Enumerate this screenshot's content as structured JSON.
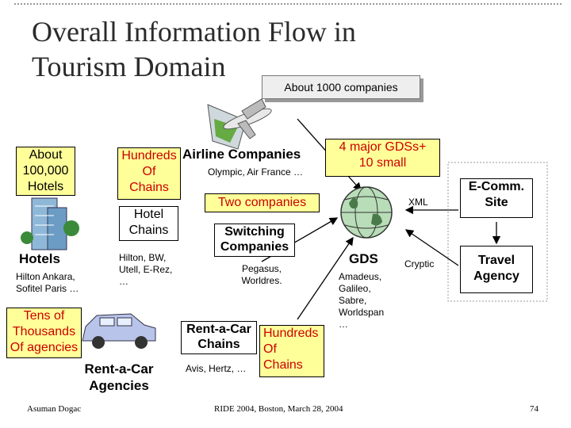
{
  "slide": {
    "title_line1": "Overall Information Flow in",
    "title_line2": "Tourism Domain",
    "companies_badge": "About 1000 companies"
  },
  "hotels": {
    "count_line1": "About",
    "count_line2": "100,000",
    "count_line3": "Hotels",
    "label": "Hotels",
    "examples_line1": "Hilton Ankara,",
    "examples_line2": "Sofitel Paris …",
    "hundreds_line1": "Hundreds",
    "hundreds_line2": "Of",
    "hundreds_line3": "Chains",
    "chains_line1": "Hotel",
    "chains_line2": "Chains",
    "chain_examples_line1": "Hilton, BW,",
    "chain_examples_line2": "Utell, E-Rez,",
    "chain_examples_line3": "…"
  },
  "airlines": {
    "label": "Airline Companies",
    "examples": "Olympic, Air France …"
  },
  "gds": {
    "count_line1": "4 major GDSs+",
    "count_line2": "10 small",
    "label": "GDS",
    "examples_line1": "Amadeus,",
    "examples_line2": "Galileo,",
    "examples_line3": "Sabre,",
    "examples_line4": "Worldspan",
    "examples_line5": "…"
  },
  "switching": {
    "two_companies": "Two companies",
    "label_line1": "Switching",
    "label_line2": "Companies",
    "examples_line1": "Pegasus,",
    "examples_line2": "Worldres."
  },
  "protocols": {
    "xml": "XML",
    "cryptic": "Cryptic"
  },
  "ecommerce": {
    "label_line1": "E-Comm.",
    "label_line2": "Site"
  },
  "travel_agency": {
    "label_line1": "Travel",
    "label_line2": "Agency"
  },
  "agencies": {
    "count_line1": "Tens of",
    "count_line2": "Thousands",
    "count_line3": "Of agencies"
  },
  "rentacar": {
    "agencies_line1": "Rent-a-Car",
    "agencies_line2": "Agencies",
    "chains_line1": "Rent-a-Car",
    "chains_line2": "Chains",
    "hundreds_line1": "Hundreds",
    "hundreds_line2": "Of",
    "hundreds_line3": "Chains",
    "examples": "Avis, Hertz, …"
  },
  "footer": {
    "author": "Asuman Dogac",
    "event": "RIDE 2004, Boston, March 28, 2004",
    "page": "74"
  },
  "icons": {
    "hotel": "hotel-building-icon",
    "airplane": "airplane-icon",
    "globe": "globe-icon",
    "car": "car-icon"
  },
  "colors": {
    "highlight": "#ffff99",
    "accent_text": "#cc0000"
  }
}
